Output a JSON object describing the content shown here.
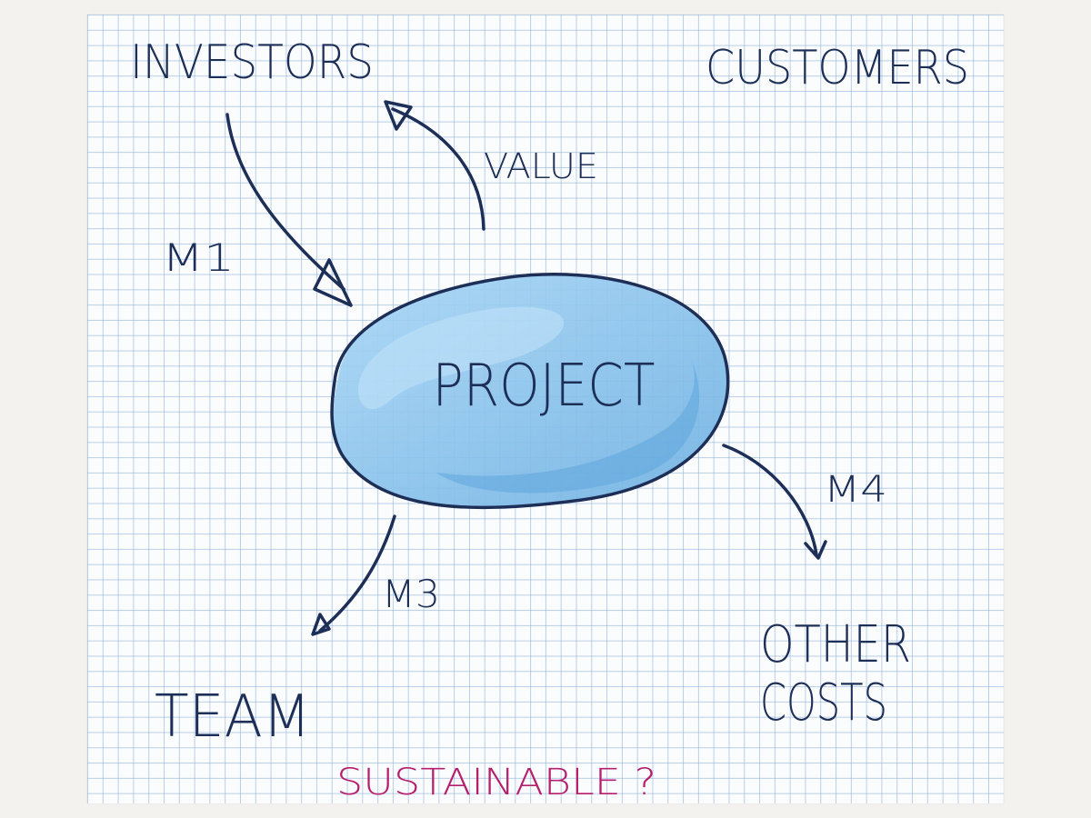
{
  "diagram": {
    "center": {
      "label": "PROJECT"
    },
    "nodes": {
      "investors": "INVESTORS",
      "customers": "CUSTOMERS",
      "team": "TEAM",
      "other_costs_line1": "OTHER",
      "other_costs_line2": "COSTS"
    },
    "edges": {
      "m1": "M1",
      "value": "VALUE",
      "m3": "M3",
      "m4": "M4"
    },
    "question": "SUSTAINABLE ?"
  },
  "colors": {
    "ink": "#1d2f57",
    "blob_fill": "#8fc8ee",
    "blob_shade": "#6fb4e6",
    "question_ink": "#b51f6e",
    "grid": "#84aad6",
    "paper": "#fbfcfe"
  }
}
